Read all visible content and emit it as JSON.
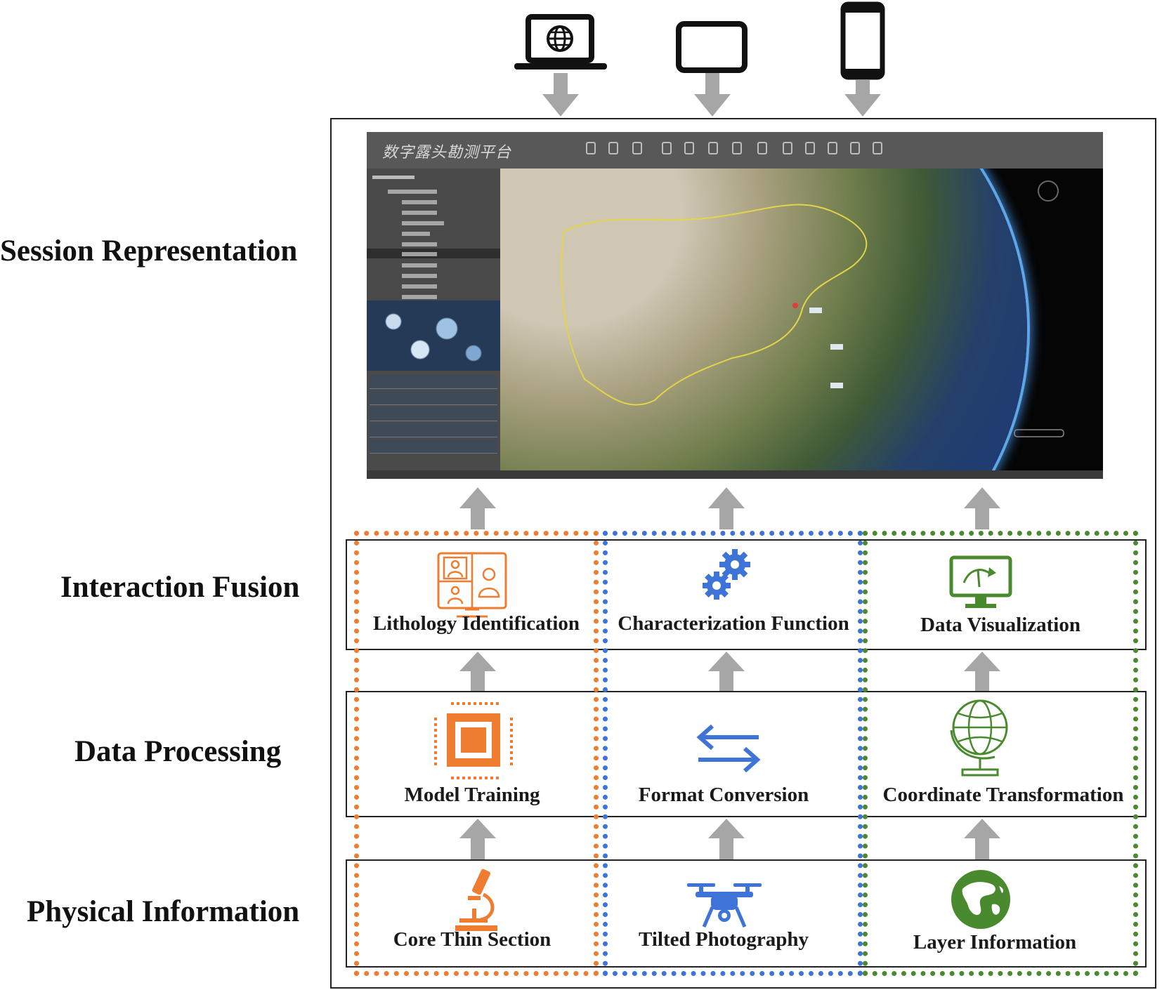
{
  "layers": {
    "session": "Session Representation",
    "interaction": "Interaction Fusion",
    "processing": "Data Processing",
    "physical": "Physical Information"
  },
  "devices": [
    "laptop-icon",
    "tablet-icon",
    "phone-icon"
  ],
  "screenshot": {
    "title": "数字露头勘测平台"
  },
  "interaction_row": {
    "left": "Lithology Identification",
    "middle": "Characterization Function",
    "right": "Data Visualization"
  },
  "processing_row": {
    "left": "Model Training",
    "middle": "Format Conversion",
    "right": "Coordinate Transformation"
  },
  "physical_row": {
    "left": "Core Thin Section",
    "middle": "Tilted Photography",
    "right": "Layer Information"
  },
  "colors": {
    "orange": "#ee7d31",
    "blue": "#3e74d8",
    "green": "#4a8a2e",
    "arrow": "#a6a6a6"
  }
}
